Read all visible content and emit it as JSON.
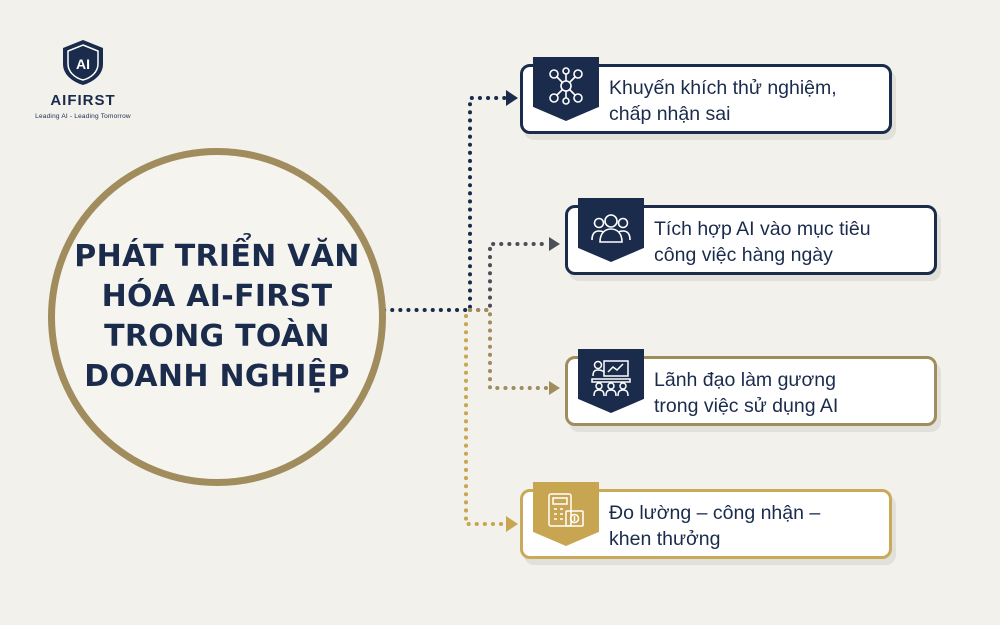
{
  "brand": {
    "name": "AIFIRST",
    "tagline": "Leading AI - Leading Tomorrow",
    "emblem_text": "AI"
  },
  "center": {
    "title": "PHÁT TRIỂN VĂN HÓA AI-FIRST TRONG TOÀN DOANH NGHIỆP"
  },
  "items": [
    {
      "line1": "Khuyến khích thử nghiệm,",
      "line2": "chấp nhận sai",
      "icon": "network-people-icon"
    },
    {
      "line1": "Tích hợp AI vào mục tiêu",
      "line2": "công việc hàng ngày",
      "icon": "team-icon"
    },
    {
      "line1": "Lãnh đạo làm gương",
      "line2": "trong việc sử dụng AI",
      "icon": "presentation-icon"
    },
    {
      "line1": "Đo lường – công nhận –",
      "line2": "khen thưởng",
      "icon": "calculator-money-icon"
    }
  ],
  "colors": {
    "navy": "#1a2b4c",
    "gold": "#a08c5c",
    "gold_light": "#c8a551",
    "background": "#f3f1ec"
  }
}
